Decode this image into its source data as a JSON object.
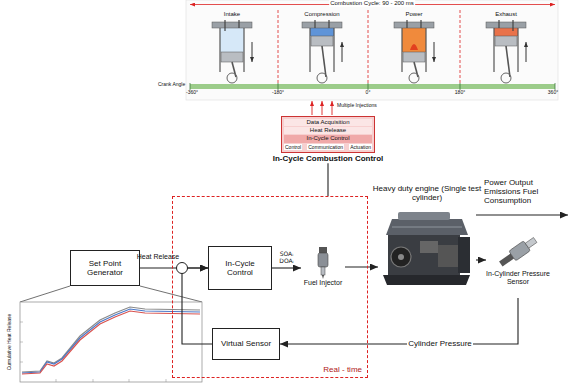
{
  "diagram": {
    "nodes": [
      {
        "text": [
          "Data Acquisition",
          "Heat Release",
          "In-Cycle Control",
          "Control",
          "Communication",
          "Actuation",
          "In-Cycle Combustion Control"
        ]
      },
      {
        "text": [
          "Set Point Generator"
        ]
      },
      {
        "text": [
          "Real - time"
        ]
      },
      {
        "text": [
          "In-Cycle Control"
        ],
        "in": 2
      },
      {
        "text": [
          "Fuel Injector"
        ],
        "in": 2
      },
      {
        "text": [
          "Heavy duty engine (Single test cylinder)"
        ]
      },
      {
        "text": [
          "In-Cylinder Pressure Sensor"
        ]
      },
      {
        "text": [
          "Virtual Sensor"
        ],
        "in": 2
      }
    ],
    "edges": [
      {
        "from": 1,
        "to": 3,
        "label": "Heat Release",
        "arrow": "to"
      },
      {
        "from": 3,
        "to": 4,
        "label": "SOAᵢ DOAᵢ",
        "arrow": "to"
      },
      {
        "from": 4,
        "to": 5,
        "arrow": "to"
      },
      {
        "from": 5,
        "to": 6,
        "arrow": "to"
      },
      {
        "from": 6,
        "to": 7,
        "label": "Cylinder Pressure",
        "arrow": "to"
      },
      {
        "from": 7,
        "to": 3,
        "arrow": "to"
      },
      {
        "from": 0,
        "to": 2,
        "arrow": "none"
      }
    ],
    "labels": [
      "Combustion Cycle: 90 - 200 ms",
      "Intake",
      "Compression",
      "Power",
      "Exhaust",
      "Crank Angle",
      "-360°",
      "-180°",
      "0°",
      "180°",
      "360°",
      "Multiple Injections",
      "Power Output Emissions Fuel Consumption",
      "Cumulative Heat Release"
    ]
  }
}
